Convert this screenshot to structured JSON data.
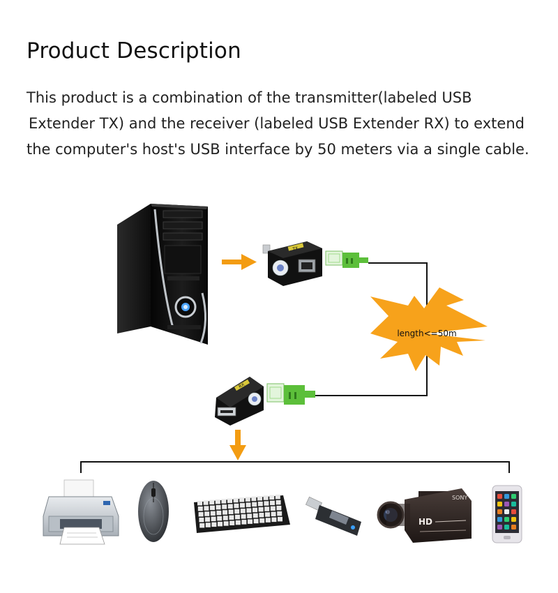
{
  "header": {
    "title": "Product Description"
  },
  "description": {
    "lines": [
      "This product is a combination of the transmitter(labeled USB",
      "Extender TX) and the receiver (labeled USB Extender RX) to extend",
      "the computer's host's USB interface by 50 meters via a single cable."
    ]
  },
  "diagram": {
    "length_label": "length<=50m",
    "tx_label": "TX",
    "rx_label": "RX",
    "camcorder_brand": "SONY",
    "camcorder_badge": "HD",
    "colors": {
      "arrow": "#f39c12",
      "burst": "#f7a21b",
      "cable": "#111111",
      "connector": "#5cbf3a"
    },
    "icons": [
      "computer-tower-icon",
      "usb-extender-tx-icon",
      "usb-extender-rx-icon",
      "printer-icon",
      "mouse-icon",
      "keyboard-icon",
      "usb-flash-drive-icon",
      "camcorder-icon",
      "smartphone-icon"
    ]
  }
}
